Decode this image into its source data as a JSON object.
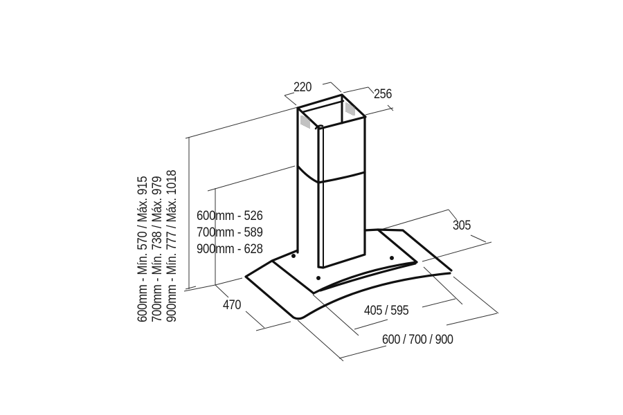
{
  "diagram": {
    "subject": "Chimney range hood with curved glass canopy - dimension drawing",
    "colors": {
      "stroke": "#1a1a1a",
      "dimension_line": "#333333",
      "background": "#ffffff"
    },
    "dimensions": {
      "chimney_width": "220",
      "chimney_depth": "256",
      "canopy_depth": "305",
      "base_depth": "470",
      "glass_width": "405 / 595",
      "overall_width": "600 / 700 / 900"
    },
    "height_table": {
      "rows": [
        {
          "label": "600mm - 526"
        },
        {
          "label": "700mm - 589"
        },
        {
          "label": "900mm - 628"
        }
      ]
    },
    "total_height_table": {
      "rows": [
        {
          "label": "600mm - Mín. 570 / Máx. 915"
        },
        {
          "label": "700mm - Mín. 738 / Máx. 979"
        },
        {
          "label": "900mm - Mín. 777 / Máx. 1018"
        }
      ]
    },
    "icons": {
      "vent_grille": "vent-grille-icon",
      "mounting_screw": "screw-dot-icon"
    }
  }
}
